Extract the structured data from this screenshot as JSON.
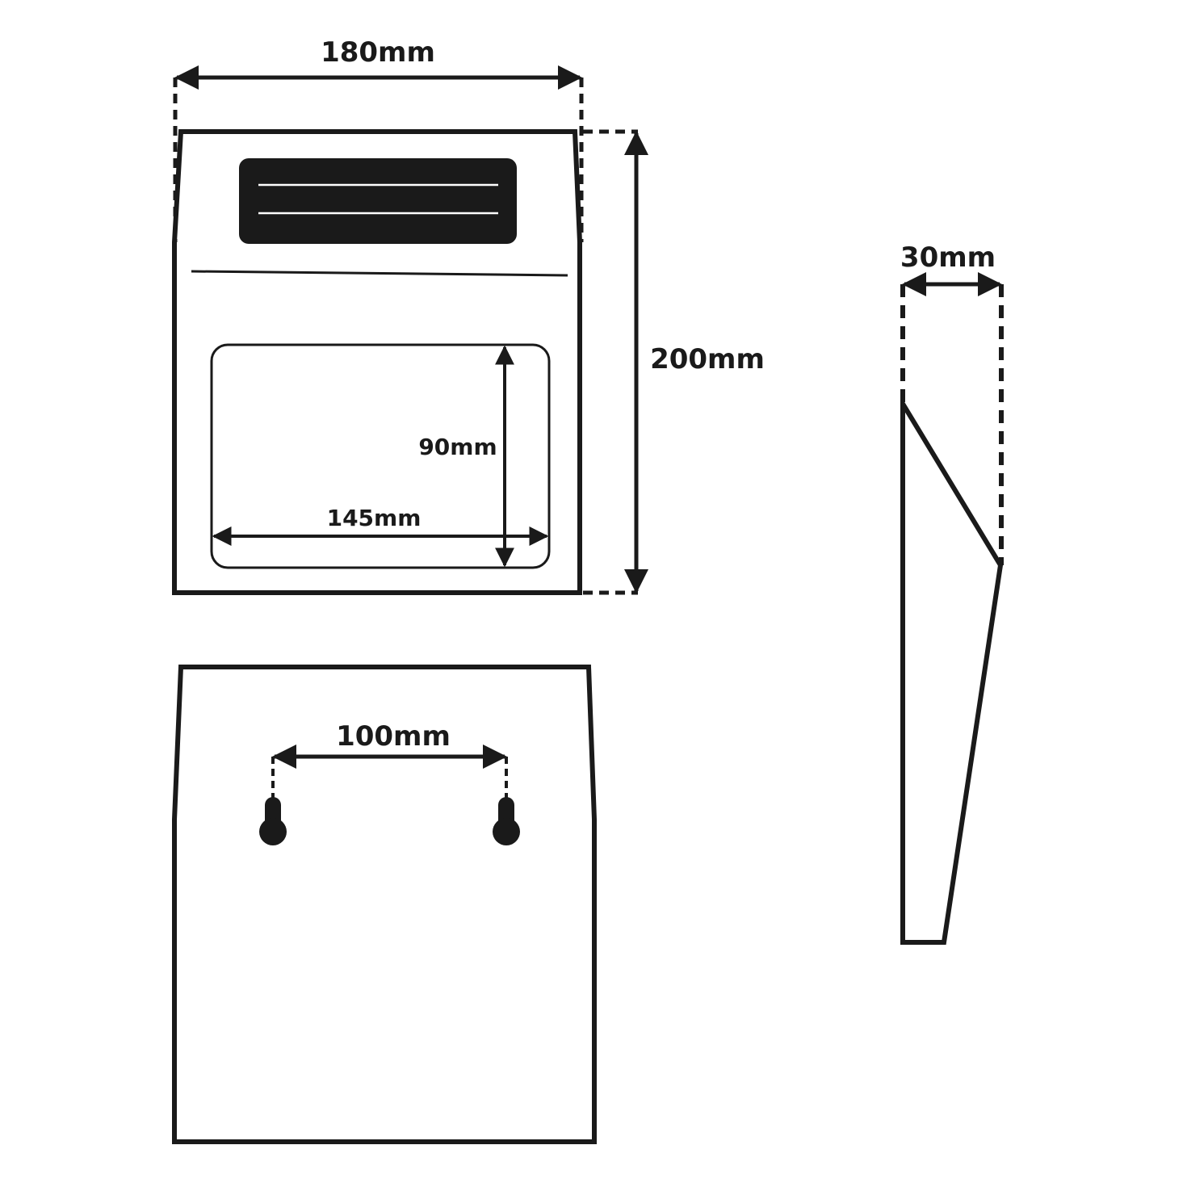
{
  "labels": {
    "front_width": "180mm",
    "front_height": "200mm",
    "window_height": "90mm",
    "window_width": "145mm",
    "mount_spacing": "100mm",
    "side_depth": "30mm"
  },
  "colors": {
    "line": "#1a1a1a",
    "solar_panel": "#1a1a1a",
    "panel_line": "#ffffff",
    "background": "#ffffff"
  }
}
